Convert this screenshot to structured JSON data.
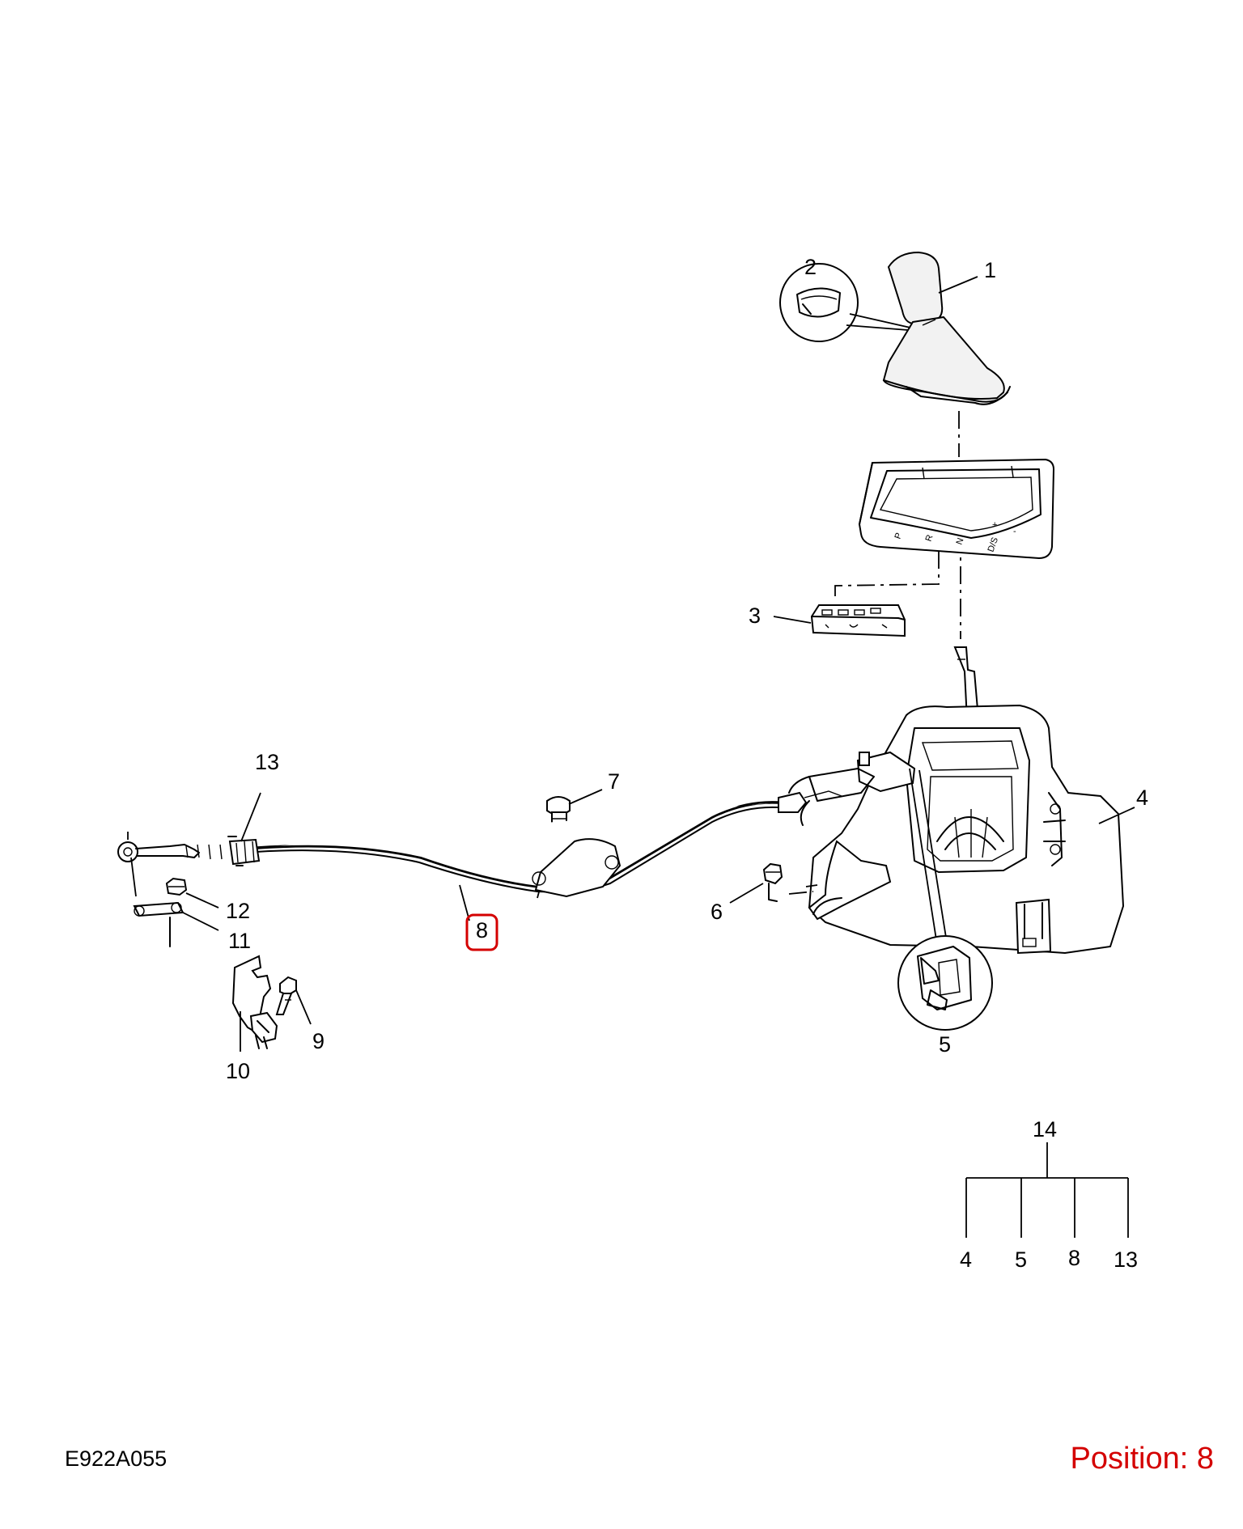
{
  "diagram": {
    "code": "E922A055",
    "position_label": "Position: 8",
    "highlight_color": "#d40000",
    "callouts": [
      "1",
      "2",
      "3",
      "4",
      "5",
      "6",
      "7",
      "8",
      "9",
      "10",
      "11",
      "12",
      "13",
      "14"
    ],
    "selected_callout": "8",
    "shift_pattern": [
      "P",
      "R",
      "N",
      "D/S",
      "+",
      "-"
    ],
    "kit_14_members": [
      "4",
      "5",
      "8",
      "13"
    ]
  }
}
